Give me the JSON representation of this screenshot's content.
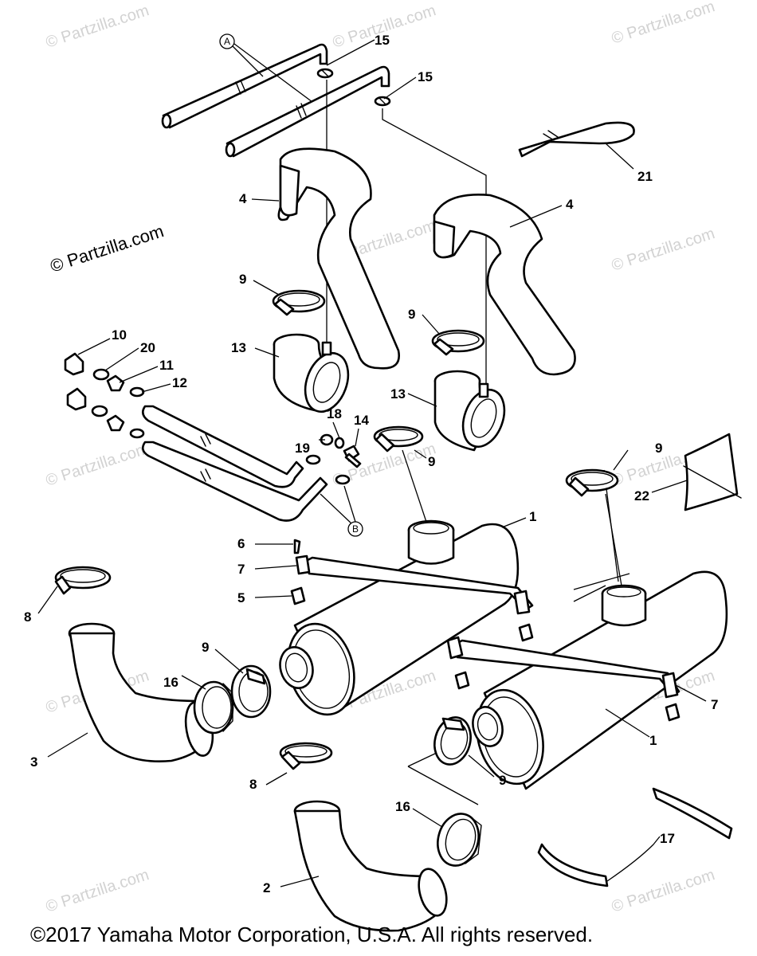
{
  "watermark_text": "© Partzilla.com",
  "main_watermark": "© Partzilla.com",
  "copyright": "©2017  Yamaha Motor Corporation, U.S.A. All rights reserved.",
  "reference_letters": [
    "A",
    "B"
  ],
  "callouts": [
    "1",
    "1",
    "2",
    "3",
    "4",
    "4",
    "5",
    "6",
    "7",
    "7",
    "8",
    "8",
    "9",
    "9",
    "9",
    "9",
    "9",
    "9",
    "10",
    "11",
    "12",
    "13",
    "13",
    "14",
    "15",
    "15",
    "16",
    "16",
    "17",
    "18",
    "19",
    "20",
    "21",
    "22"
  ]
}
